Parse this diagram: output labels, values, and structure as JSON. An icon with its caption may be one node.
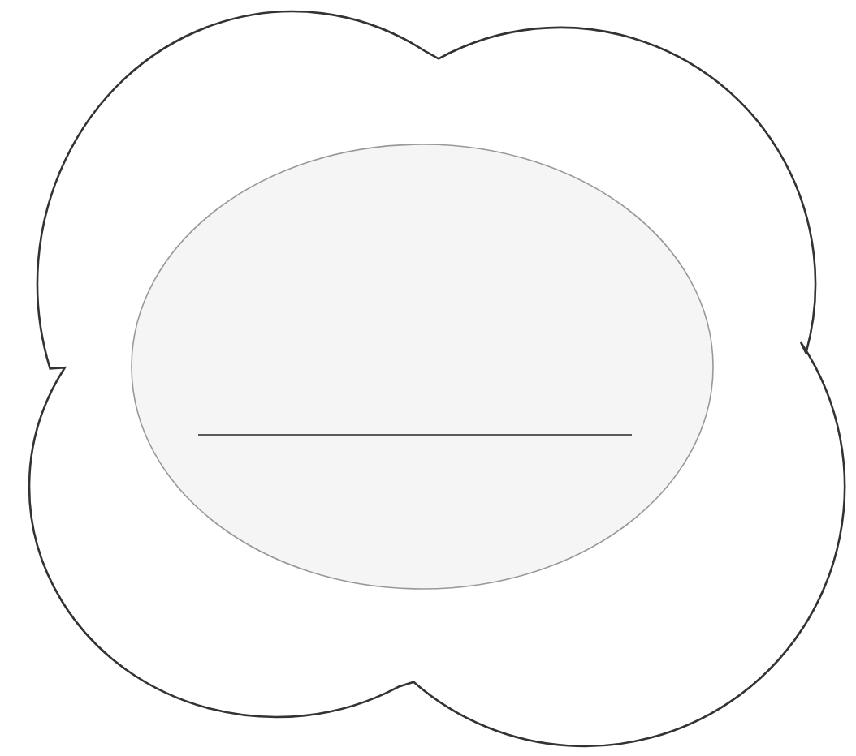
{
  "diagram": {
    "nodes": [
      {
        "text": [],
        "shape": "cloud"
      },
      {
        "text": [],
        "shape": "ellipse",
        "in": 0
      }
    ]
  }
}
